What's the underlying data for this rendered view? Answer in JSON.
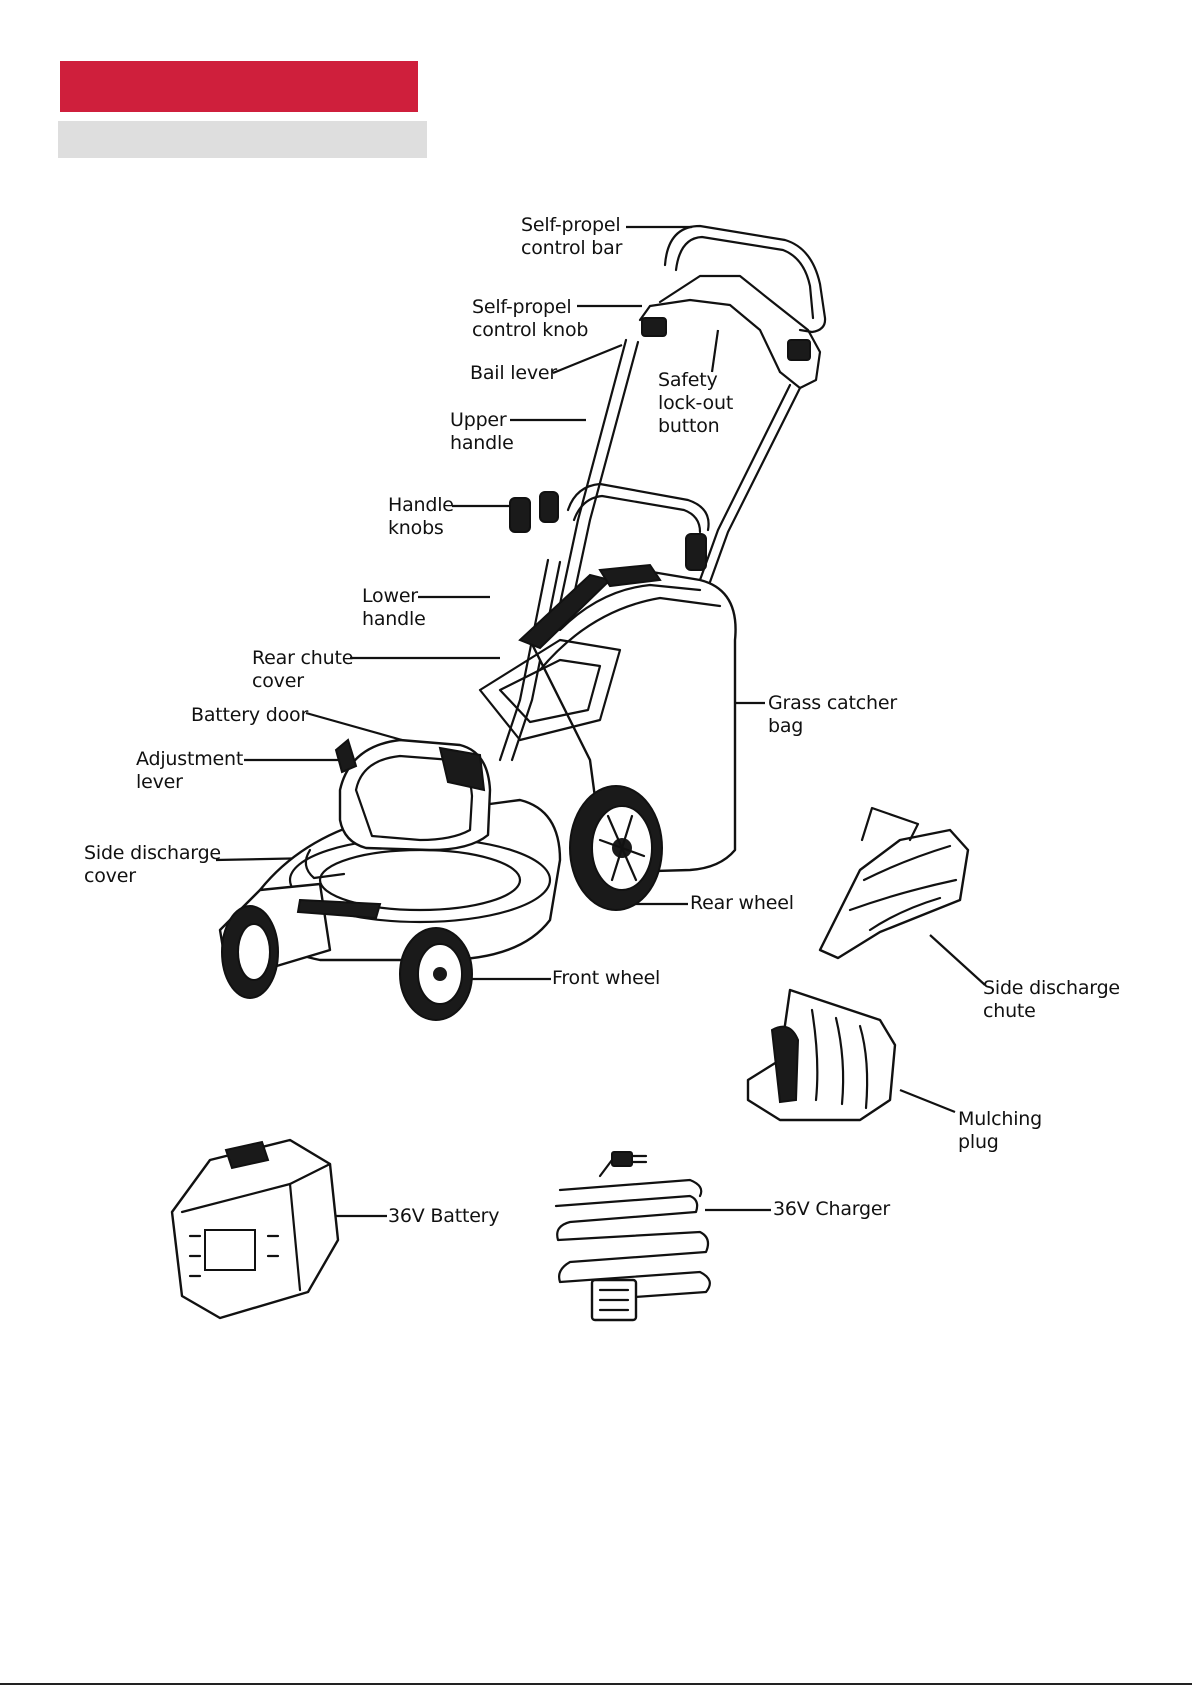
{
  "labels": {
    "self_propel_control_bar": "Self-propel\ncontrol bar",
    "self_propel_control_knob": "Self-propel\ncontrol knob",
    "bail_lever": "Bail lever",
    "safety_lockout_button": "Safety\nlock-out\nbutton",
    "upper_handle": "Upper\nhandle",
    "handle_knobs": "Handle\nknobs",
    "lower_handle": "Lower\nhandle",
    "rear_chute_cover": "Rear chute\ncover",
    "battery_door": "Battery door",
    "grass_catcher_bag": "Grass catcher\nbag",
    "adjustment_lever": "Adjustment\nlever",
    "side_discharge_cover": "Side discharge\ncover",
    "rear_wheel": "Rear wheel",
    "front_wheel": "Front wheel",
    "side_discharge_chute": "Side discharge\nchute",
    "mulching_plug": "Mulching\nplug",
    "battery": "36V Battery",
    "charger": "36V Charger"
  },
  "colors": {
    "header_red": "#cf1f3c",
    "header_grey": "#dedede"
  }
}
